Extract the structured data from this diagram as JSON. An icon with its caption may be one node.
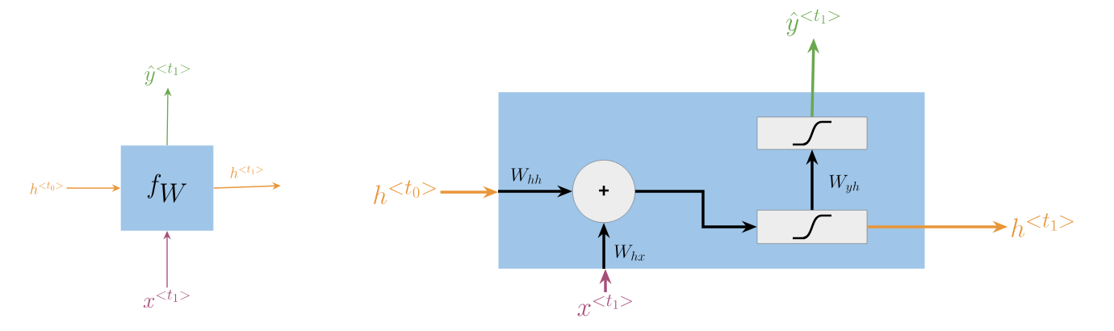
{
  "diagram": {
    "nodes": [
      {
        "text": [
          "f_W"
        ]
      },
      {
        "text": [
          "h^{<t_0>}"
        ]
      },
      {
        "text": [
          "\\hat{y}^{<t_1>}"
        ]
      },
      {
        "text": [
          "x^{<t_1>}"
        ]
      },
      {
        "text": [],
        "shape": "box"
      },
      {
        "text": [
          "h^{<t_0>}"
        ]
      },
      {
        "text": [
          "+"
        ],
        "in": 4
      },
      {
        "text": [],
        "shape": "box",
        "in": 4
      },
      {
        "text": [],
        "shape": "box",
        "in": 4
      },
      {
        "text": [
          "\\hat{y}^{<t_1>}"
        ]
      },
      {
        "text": [
          "h^{<t_1>}"
        ]
      },
      {
        "text": [
          "x^{<t_1>}"
        ]
      }
    ],
    "edges": [
      {
        "from": 1,
        "to": 0,
        "arrow": "to",
        "color": "#e8963a"
      },
      {
        "from": 0,
        "to": 2,
        "arrow": "to",
        "color": "#6aa84f"
      },
      {
        "from": 3,
        "to": 0,
        "arrow": "to",
        "color": "#a64d79"
      },
      {
        "from": 0,
        "to": null,
        "arrow": "to",
        "color": "#e8963a",
        "label": "h^{<t_1>}"
      },
      {
        "from": 5,
        "to": 4,
        "arrow": "to",
        "color": "#e8963a"
      },
      {
        "from": null,
        "to": 6,
        "arrow": "to",
        "color": "#000000",
        "label": "W_{hh}"
      },
      {
        "from": 11,
        "to": 4,
        "arrow": "to",
        "color": "#a64d79"
      },
      {
        "from": null,
        "to": 6,
        "arrow": "to",
        "color": "#000000",
        "label": "W_{hx}"
      },
      {
        "from": 6,
        "to": 8,
        "arrow": "to",
        "color": "#000000"
      },
      {
        "from": 8,
        "to": 7,
        "arrow": "to",
        "color": "#000000",
        "label": "W_{yh}"
      },
      {
        "from": 7,
        "to": 9,
        "arrow": "to",
        "color": "#6aa84f"
      },
      {
        "from": 8,
        "to": 10,
        "arrow": "to",
        "color": "#e8963a"
      }
    ]
  }
}
